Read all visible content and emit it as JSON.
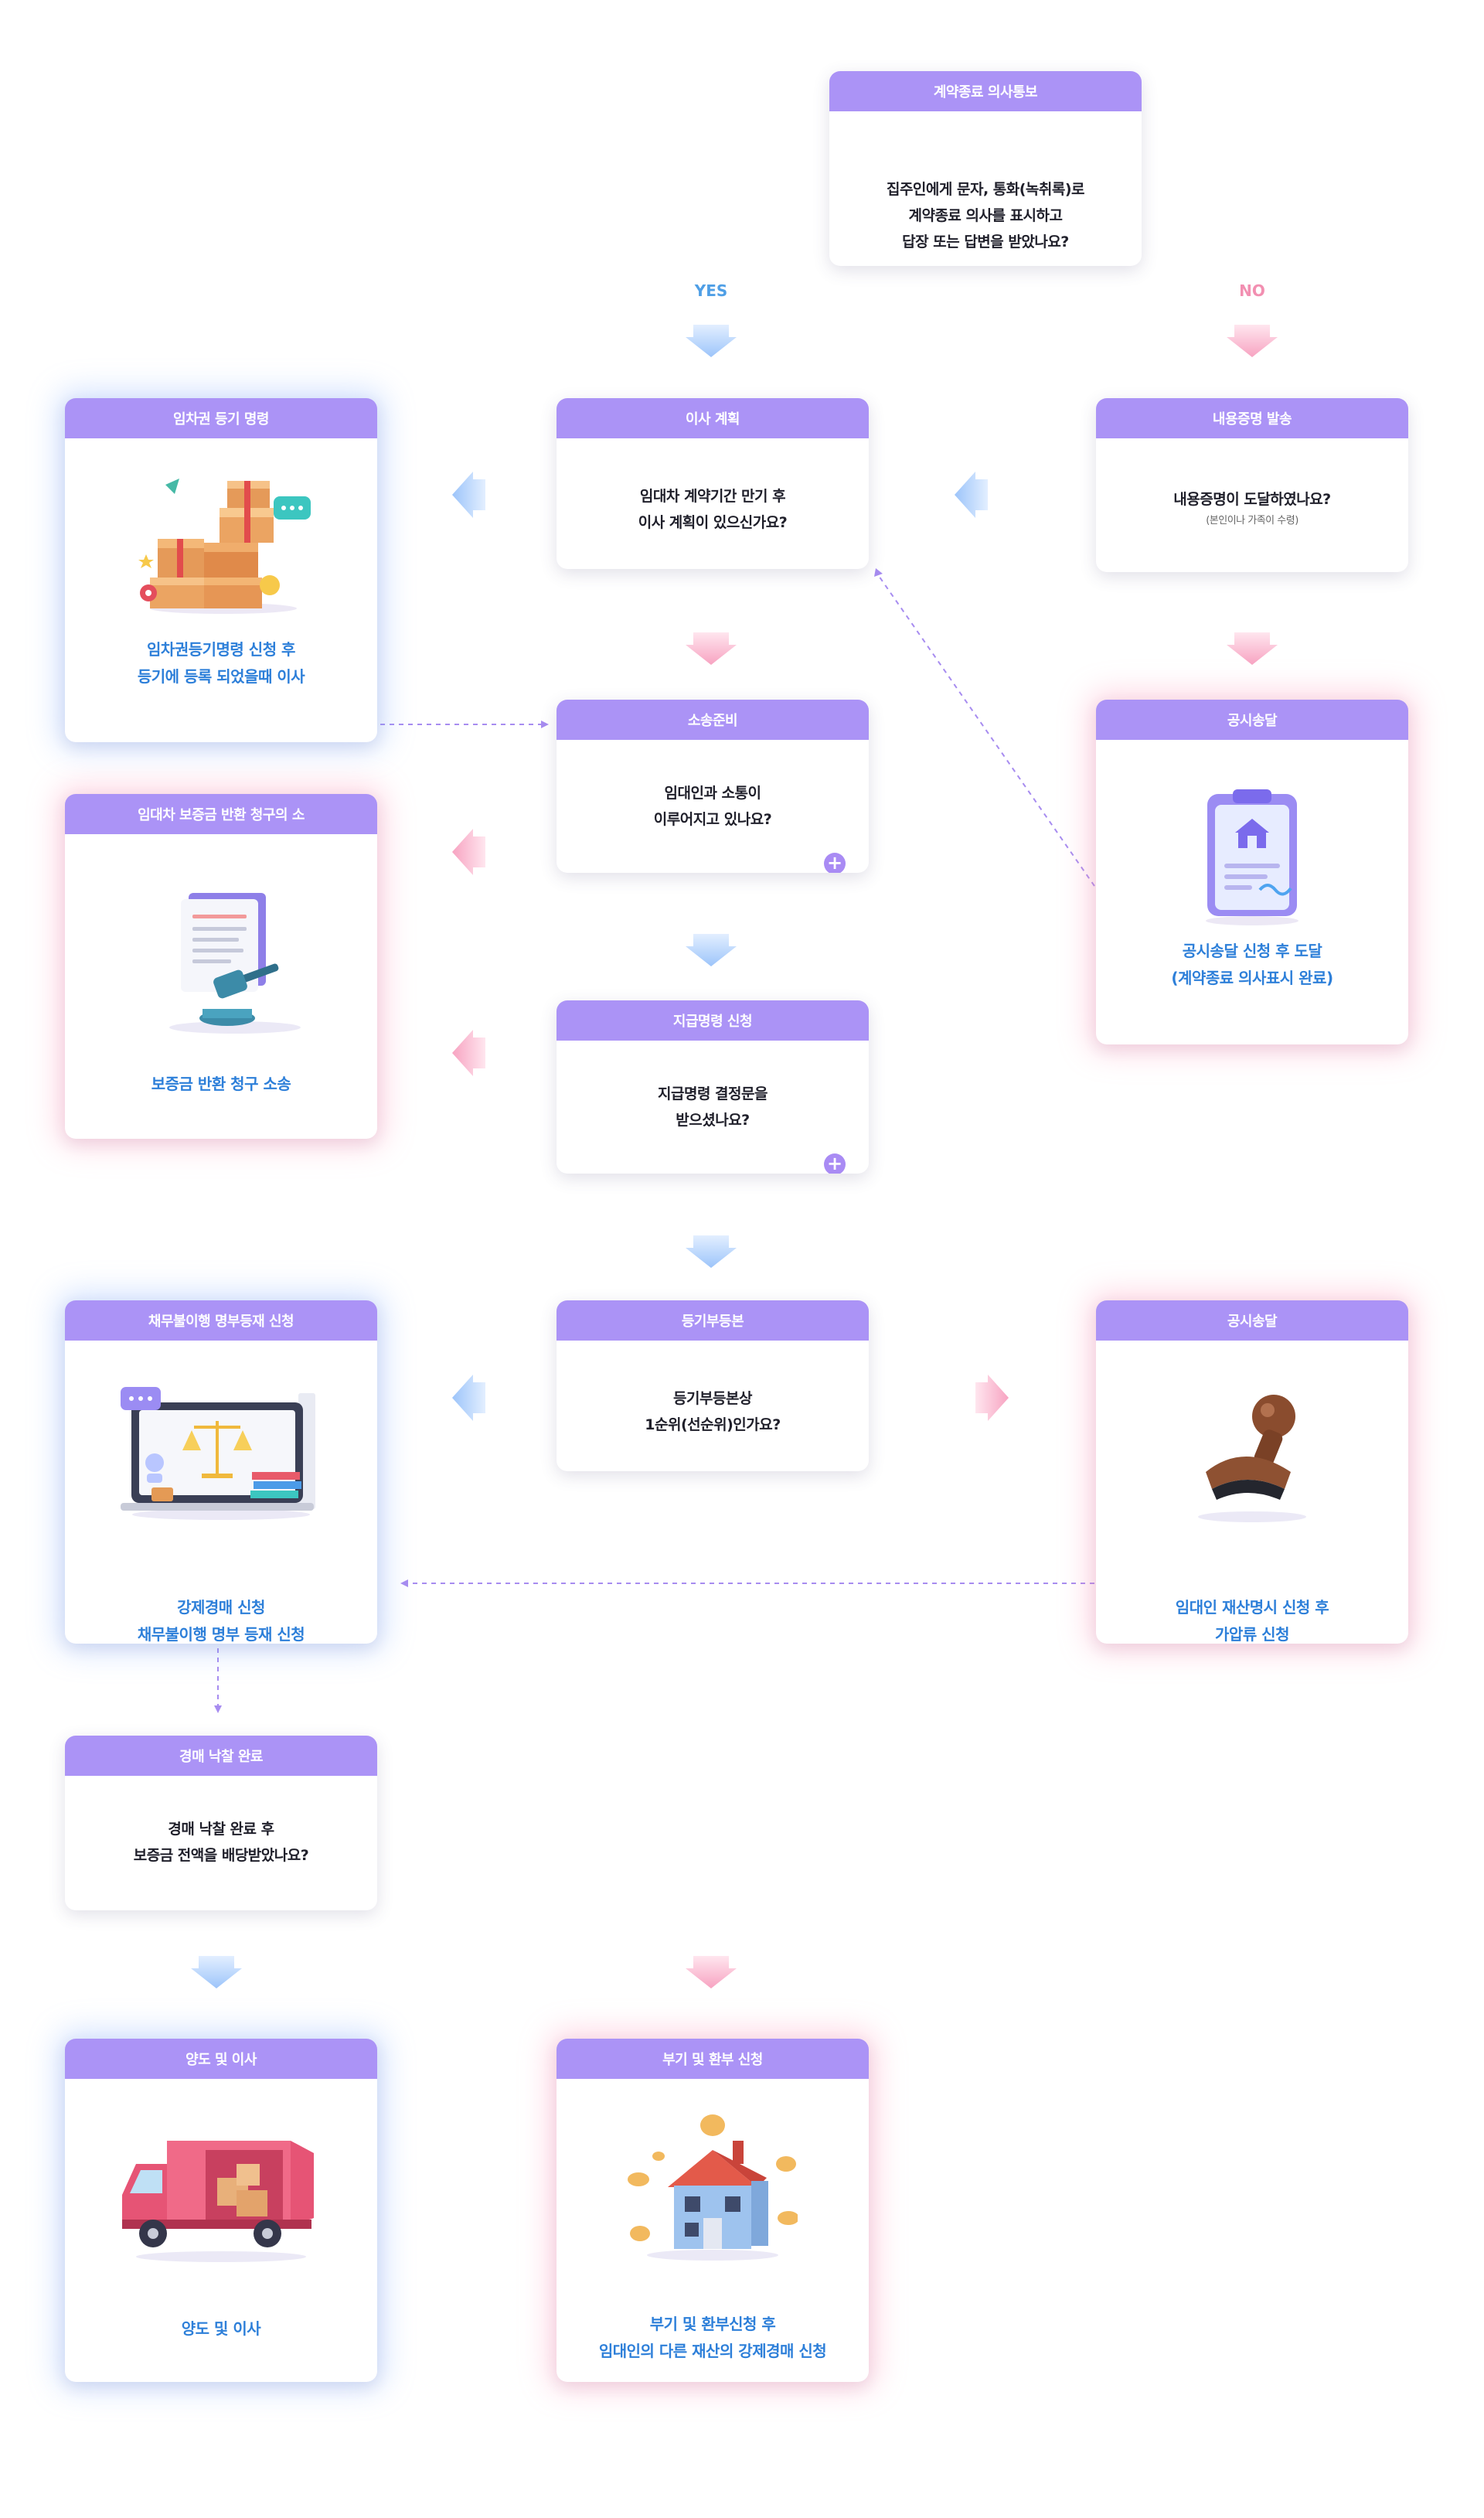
{
  "labels": {
    "yes": "YES",
    "no": "NO"
  },
  "colors": {
    "header": "#ab93f6",
    "plus": "#a98bf4",
    "result_text": "#2d7fd9",
    "arrow_blue": "#a9cdfb",
    "arrow_pink": "#f9b0c9",
    "dashed": "#a78cf0"
  },
  "cards": {
    "notice": {
      "title": "계약종료 의사통보",
      "line1": "집주인에게 문자, 통화(녹취록)로",
      "line2": "계약종료 의사를 표시하고",
      "line3": "답장 또는 답변을 받았나요?"
    },
    "move_plan": {
      "title": "이사 계획",
      "line1": "임대차 계약기간 만기 후",
      "line2": "이사 계획이 있으신가요?"
    },
    "certified": {
      "title": "내용증명 발송",
      "line1": "내용증명이 도달하였나요?",
      "sub": "(본인이나 가족이 수령)"
    },
    "lease_reg": {
      "title": "임차권 등기 명령",
      "line1": "임차권등기명령 신청 후",
      "line2": "등기에 등록 되었을때 이사",
      "icon": "boxes-icon"
    },
    "lawsuit_prep": {
      "title": "소송준비",
      "line1": "임대인과 소통이",
      "line2": "이루어지고 있나요?"
    },
    "public_notice1": {
      "title": "공시송달",
      "line1": "공시송달 신청 후 도달",
      "line2": "(계약종료 의사표시 완료)",
      "icon": "clipboard-house-icon"
    },
    "deposit_suit": {
      "title": "임대차 보증금 반환 청구의 소",
      "line1": "보증금 반환 청구 소송",
      "icon": "gavel-icon"
    },
    "payment_order": {
      "title": "지급명령 신청",
      "line1": "지급명령 결정문을",
      "line2": "받으셨나요?"
    },
    "debtor_list": {
      "title": "채무불이행 명부등재 신청",
      "line1": "강제경매 신청",
      "line2": "채무불이행 명부 등재 신청",
      "icon": "laptop-scales-icon"
    },
    "registry": {
      "title": "등기부등본",
      "line1": "등기부등본상",
      "line2": "1순위(선순위)인가요?"
    },
    "public_notice2": {
      "title": "공시송달",
      "line1": "임대인 재산명시 신청 후",
      "line2": "가압류 신청",
      "icon": "stamp-icon"
    },
    "auction": {
      "title": "경매 낙찰 완료",
      "line1": "경매 낙찰 완료 후",
      "line2": "보증금 전액을 배당받았나요?"
    },
    "transfer": {
      "title": "양도 및 이사",
      "line1": "양도 및 이사",
      "icon": "truck-icon"
    },
    "refund": {
      "title": "부기 및 환부 신청",
      "line1": "부기 및 환부신청 후",
      "line2": "임대인의 다른 재산의 강제경매 신청",
      "icon": "house-coins-icon"
    }
  }
}
